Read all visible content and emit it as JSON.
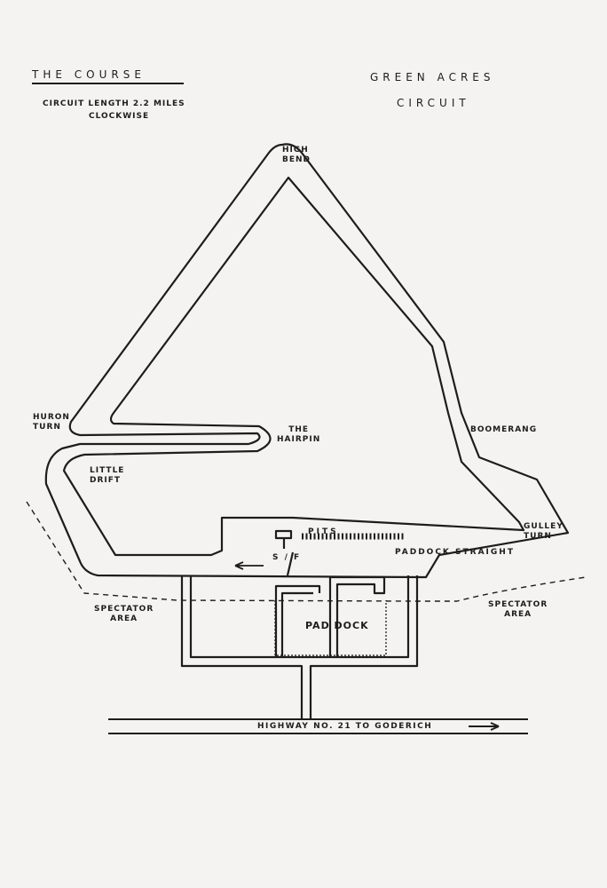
{
  "header": {
    "title": "THE COURSE",
    "length": "CIRCUIT LENGTH 2.2 MILES",
    "direction": "CLOCKWISE",
    "circuit_name_1": "GREEN ACRES",
    "circuit_name_2": "CIRCUIT"
  },
  "labels": {
    "high_bend": [
      "HIGH",
      "BEND"
    ],
    "huron_turn": [
      "HURON",
      "TURN"
    ],
    "the_hairpin": [
      "THE",
      "HAIRPIN"
    ],
    "little_drift": [
      "LITTLE",
      "DRIFT"
    ],
    "boomerang": "BOOMERANG",
    "gulley_turn": [
      "GULLEY",
      "TURN"
    ],
    "pits": "PITS",
    "start_finish": "S / F",
    "paddock_straight": "PADDOCK STRAIGHT",
    "spectator_left": [
      "SPECTATOR",
      "AREA"
    ],
    "spectator_right": [
      "SPECTATOR",
      "AREA"
    ],
    "paddock": "PAD DOCK",
    "highway": "HIGHWAY NO. 21 TO GODERICH"
  }
}
